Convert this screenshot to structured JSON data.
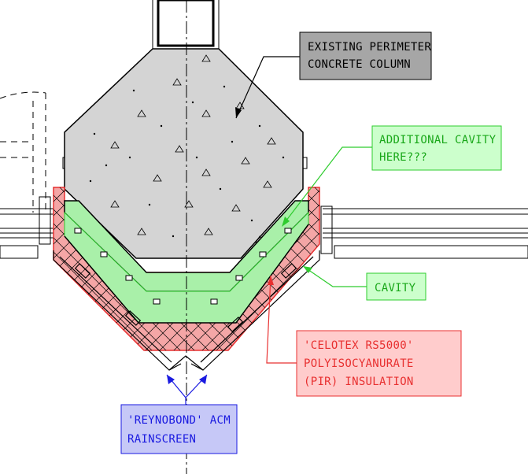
{
  "labels": {
    "column": {
      "line1": "EXISTING PERIMETER",
      "line2": "CONCRETE COLUMN"
    },
    "additional_cavity": {
      "line1": "ADDITIONAL CAVITY",
      "line2": "HERE???"
    },
    "cavity": {
      "line1": "CAVITY"
    },
    "insulation": {
      "line1": "'CELOTEX RS5000'",
      "line2": "POLYISOCYANURATE",
      "line3": "(PIR) INSULATION"
    },
    "rainscreen": {
      "line1": "'REYNOBOND' ACM",
      "line2": "RAINSCREEN"
    }
  },
  "colors": {
    "column_fill": "#d4d4d4",
    "column_label_fill": "#a6a6a6",
    "cavity_fill": "#a9f0a9",
    "cavity_label_fill": "#ccffcc",
    "cavity_stroke": "#2ecc2e",
    "insulation_fill": "#f4a6a6",
    "insulation_label_fill": "#ffcccc",
    "insulation_stroke": "#e83030",
    "rainscreen_label_fill": "#c6c8f7",
    "rainscreen_stroke": "#1a1ae0",
    "ink": "#000000"
  }
}
